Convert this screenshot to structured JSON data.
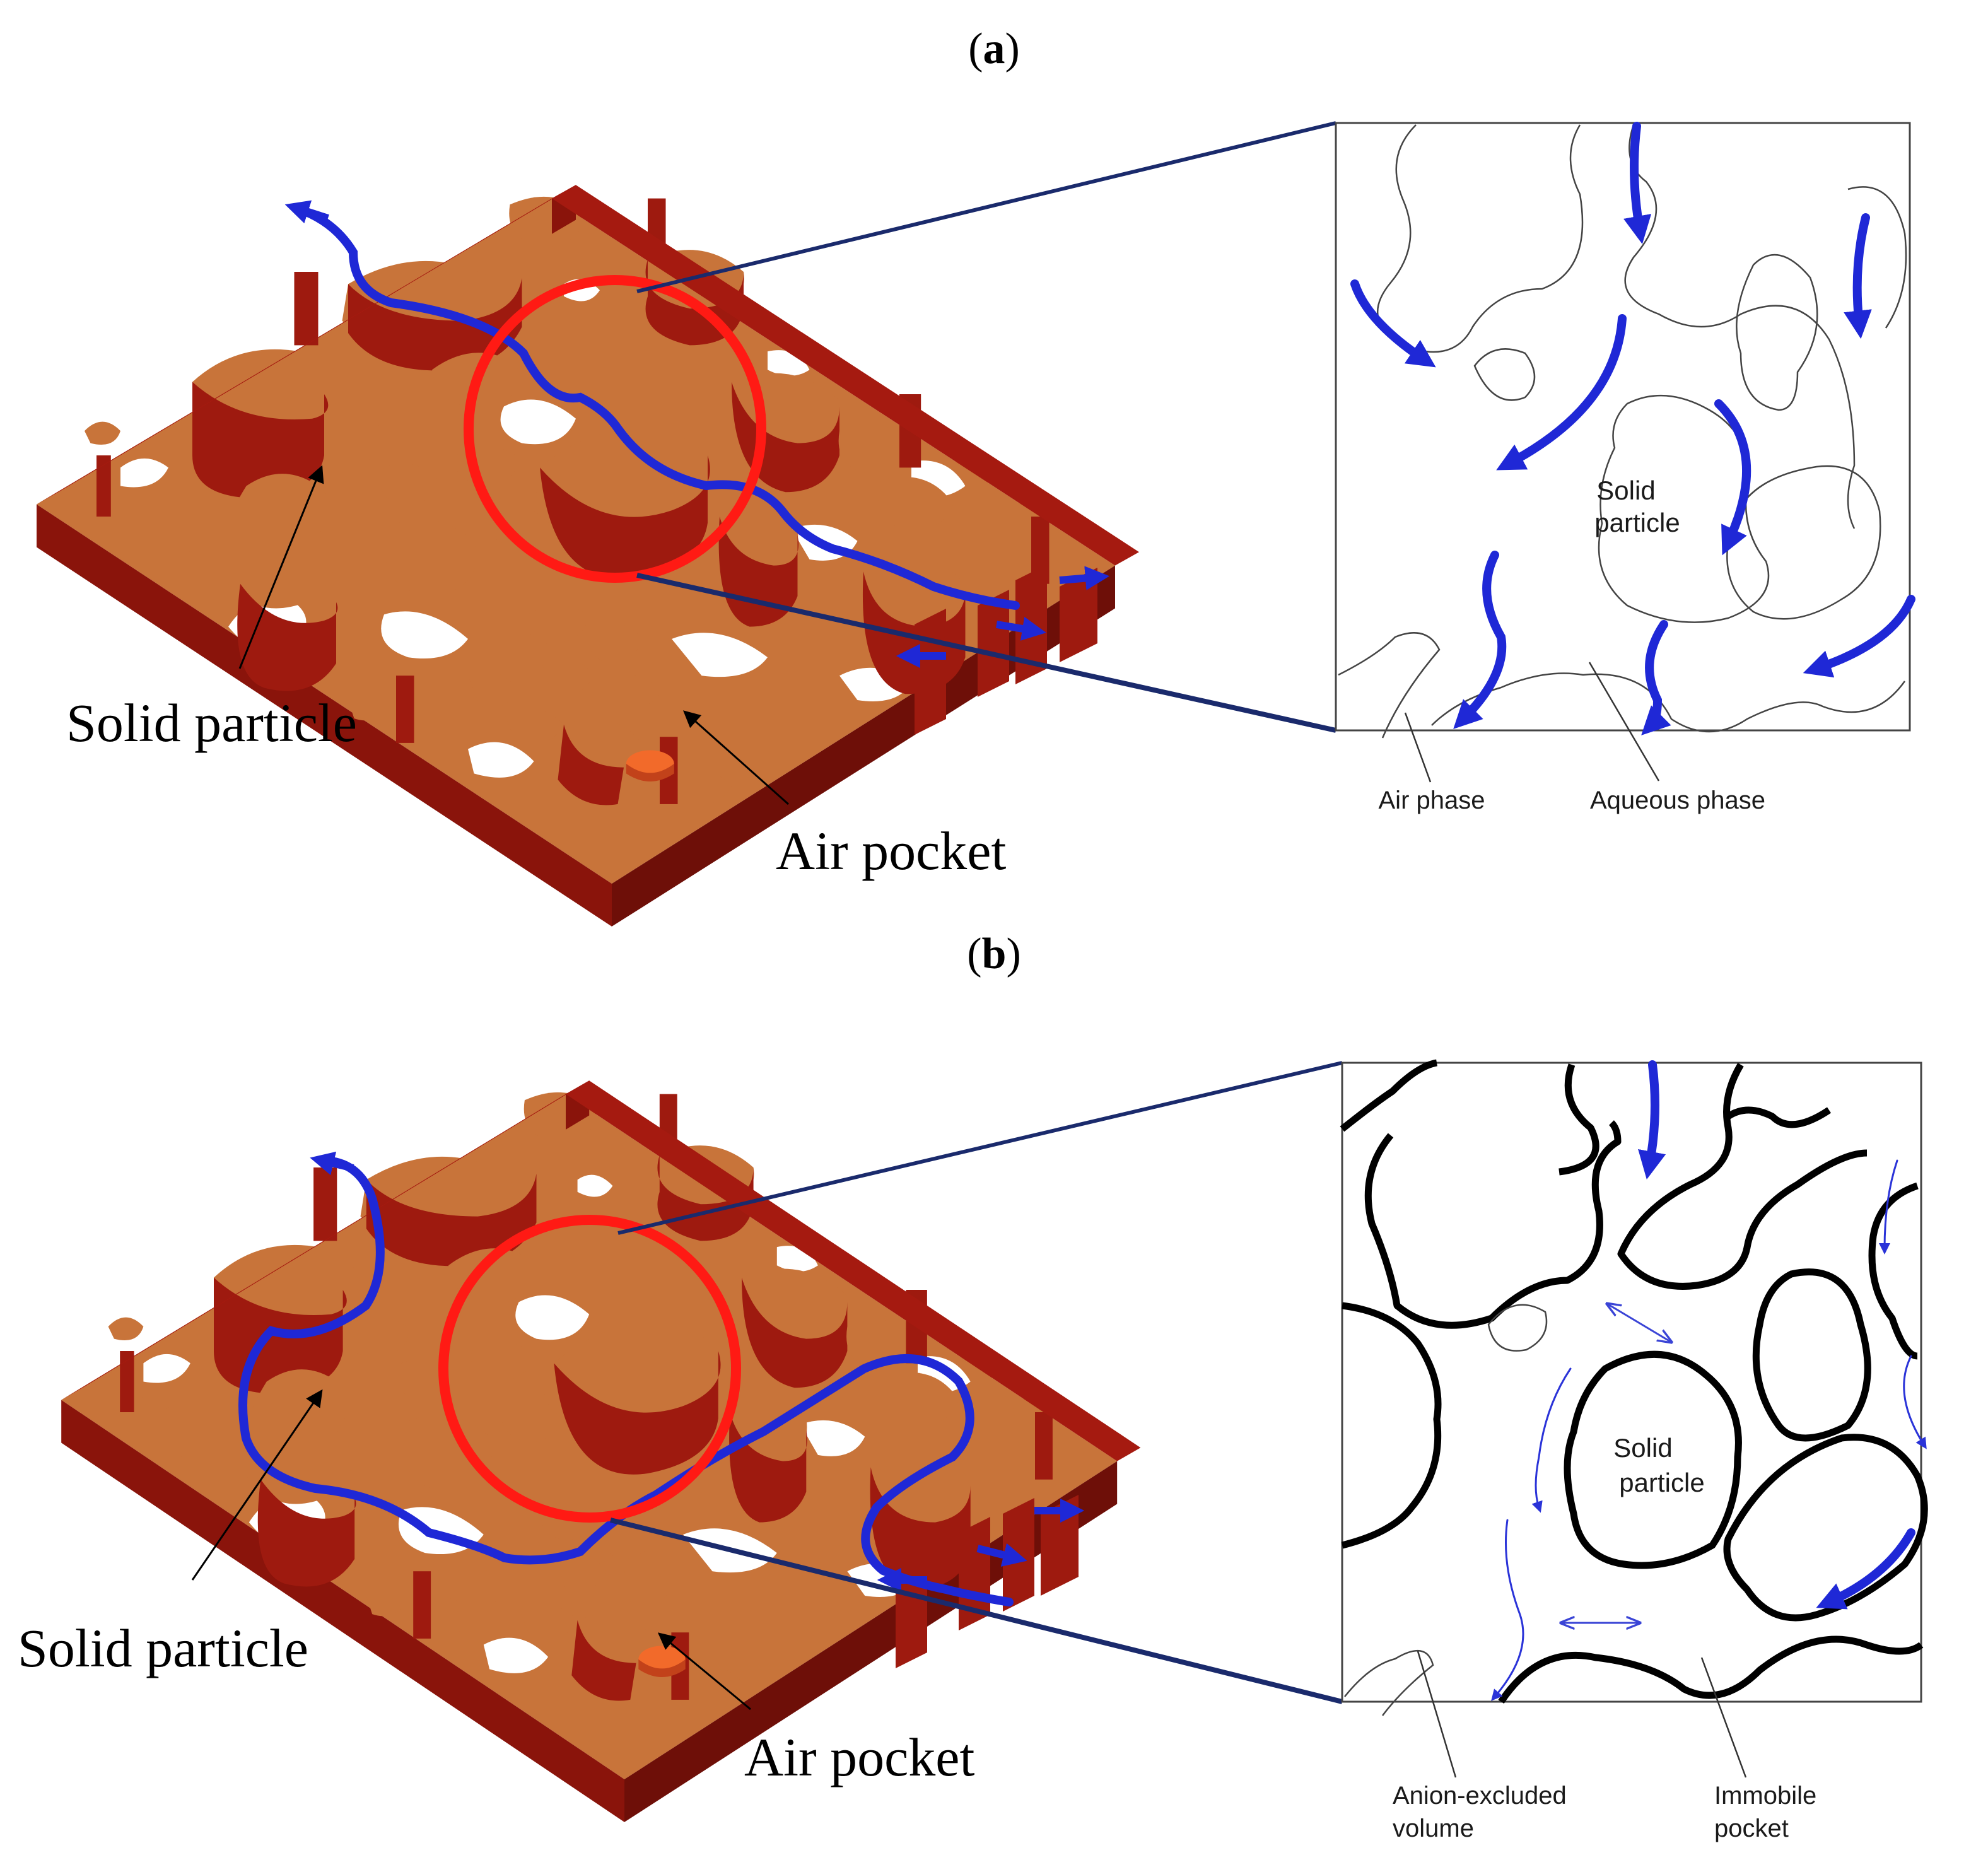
{
  "panels": [
    {
      "id": "a",
      "caption_letter": "a",
      "left_labels": {
        "solid_particle": "Solid particle",
        "air_pocket": "Air pocket"
      },
      "zoom_labels": {
        "solid_particle_line1": "Solid",
        "solid_particle_line2": "particle",
        "air_phase": "Air phase",
        "aqueous_phase": "Aqueous phase"
      }
    },
    {
      "id": "b",
      "caption_letter": "b",
      "left_labels": {
        "solid_particle": "Solid particle",
        "air_pocket": "Air pocket"
      },
      "zoom_labels": {
        "solid_particle_line1": "Solid",
        "solid_particle_line2": "particle",
        "anion_excluded_line1": "Anion-excluded",
        "anion_excluded_line2": "volume",
        "immobile_line1": "Immobile",
        "immobile_line2": "pocket"
      }
    }
  ],
  "colors": {
    "particle_top": "#c8743a",
    "particle_side": "#9e1a0f",
    "frame_dark": "#8a140b",
    "flow_path": "#1f28d6",
    "highlight_circle": "#ff1a14",
    "connector": "#1a2a6c"
  }
}
